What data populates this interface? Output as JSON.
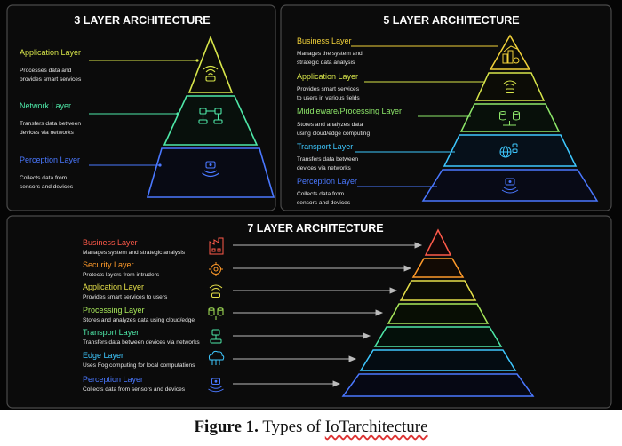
{
  "colors": {
    "business": "#ff5a4a",
    "security": "#ff9a2a",
    "application": "#e6e04a",
    "processing": "#a8e85a",
    "network": "#4ee8a8",
    "transport": "#3ec8ff",
    "perception": "#4a78ff",
    "background": "#050505",
    "panel_border": "#4a4a4a"
  },
  "panels": {
    "three": {
      "title": "3 LAYER ARCHITECTURE",
      "layers": [
        {
          "name": "Application Layer",
          "desc": [
            "Processes data and",
            "provides smart services"
          ],
          "color": "#d8e64a",
          "icon": "wifi-icon"
        },
        {
          "name": "Network Layer",
          "desc": [
            "Transfers data between",
            "devices via networks"
          ],
          "color": "#4ee8a8",
          "icon": "network-nodes-icon"
        },
        {
          "name": "Perception Layer",
          "desc": [
            "Collects data from",
            "sensors and devices"
          ],
          "color": "#4a78ff",
          "icon": "sensor-icon"
        }
      ]
    },
    "five": {
      "title": "5 LAYER ARCHITECTURE",
      "layers": [
        {
          "name": "Business Layer",
          "desc": [
            "Manages the system and",
            "strategic data analysis"
          ],
          "color": "#f2d23a",
          "icon": "business-chart-icon"
        },
        {
          "name": "Application Layer",
          "desc": [
            "Provides smart services",
            "to users in various fields"
          ],
          "color": "#d8e64a",
          "icon": "wifi-icon"
        },
        {
          "name": "Middleware/Processing Layer",
          "desc": [
            "Stores and analyzes data",
            "using cloud/edge computing"
          ],
          "color": "#8ee86a",
          "icon": "database-icon"
        },
        {
          "name": "Transport Layer",
          "desc": [
            "Transfers data between",
            "devices via networks"
          ],
          "color": "#3ec8ff",
          "icon": "globe-icon"
        },
        {
          "name": "Perception Layer",
          "desc": [
            "Collects data from",
            "sensors and devices"
          ],
          "color": "#4a78ff",
          "icon": "sensor-icon"
        }
      ]
    },
    "seven": {
      "title": "7 LAYER ARCHITECTURE",
      "layers": [
        {
          "name": "Business Layer",
          "desc": "Manages system and strategic analysis",
          "color": "#ff5a4a",
          "icon": "factory-icon"
        },
        {
          "name": "Security Layer",
          "desc": "Protects layers from intruders",
          "color": "#ff9a2a",
          "icon": "shield-gear-icon"
        },
        {
          "name": "Application Layer",
          "desc": "Provides smart services to users",
          "color": "#e6e04a",
          "icon": "wifi-icon"
        },
        {
          "name": "Processing Layer",
          "desc": "Stores and analyzes data using cloud/edge",
          "color": "#a8e85a",
          "icon": "database-icon"
        },
        {
          "name": "Transport Layer",
          "desc": "Transfers data between devices via networks",
          "color": "#4ee8a8",
          "icon": "router-icon"
        },
        {
          "name": "Edge Layer",
          "desc": "Uses Fog computing for local computations",
          "color": "#3ec8ff",
          "icon": "cloud-icon"
        },
        {
          "name": "Perception Layer",
          "desc": "Collects data from sensors and devices",
          "color": "#4a78ff",
          "icon": "sensor-icon"
        }
      ]
    }
  },
  "caption": {
    "label": "Figure 1.",
    "text_prefix": "Types of ",
    "text_underlined": "IoTarchitecture"
  }
}
